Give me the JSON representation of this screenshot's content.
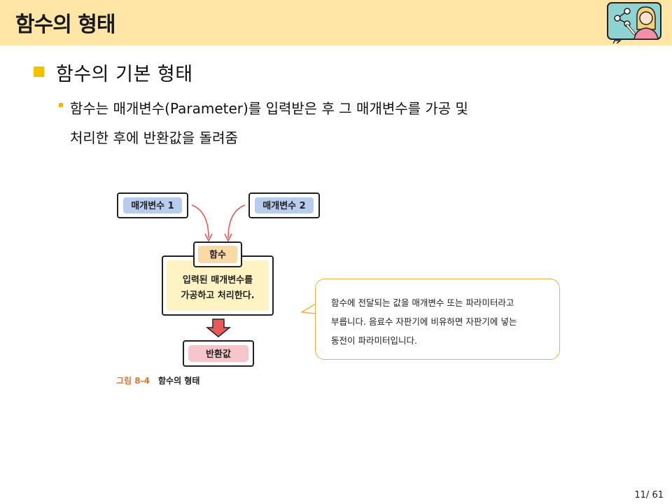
{
  "header": {
    "title": "함수의 형태"
  },
  "main": {
    "heading": "함수의 기본 형태",
    "sub_line1": "함수는 매개변수(Parameter)를 입력받은 후 그 매개변수를 가공 및",
    "sub_line2": "처리한 후에 반환값을 돌려줌"
  },
  "diagram": {
    "param1": "매개변수 1",
    "param2": "매개변수 2",
    "function_label": "함수",
    "body_line1": "입력된 매개변수를",
    "body_line2": "가공하고 처리한다.",
    "return_label": "반환값",
    "colors": {
      "param_fill": "#b8cdee",
      "func_fill": "#fbd9a4",
      "body_fill": "#fff3c4",
      "return_fill": "#f7c6cd",
      "arrow": "#e85a5a"
    }
  },
  "bubble": {
    "line1": "함수에 전달되는 값을 매개변수 또는 파라미터라고",
    "line2": "부릅니다. 음료수 자판기에 비유하면 자판기에 넣는",
    "line3": "동전이 파라미터입니다."
  },
  "caption": {
    "number": "그림 8-4",
    "title": "함수의 형태"
  },
  "footer": {
    "page": "11/ 61"
  }
}
